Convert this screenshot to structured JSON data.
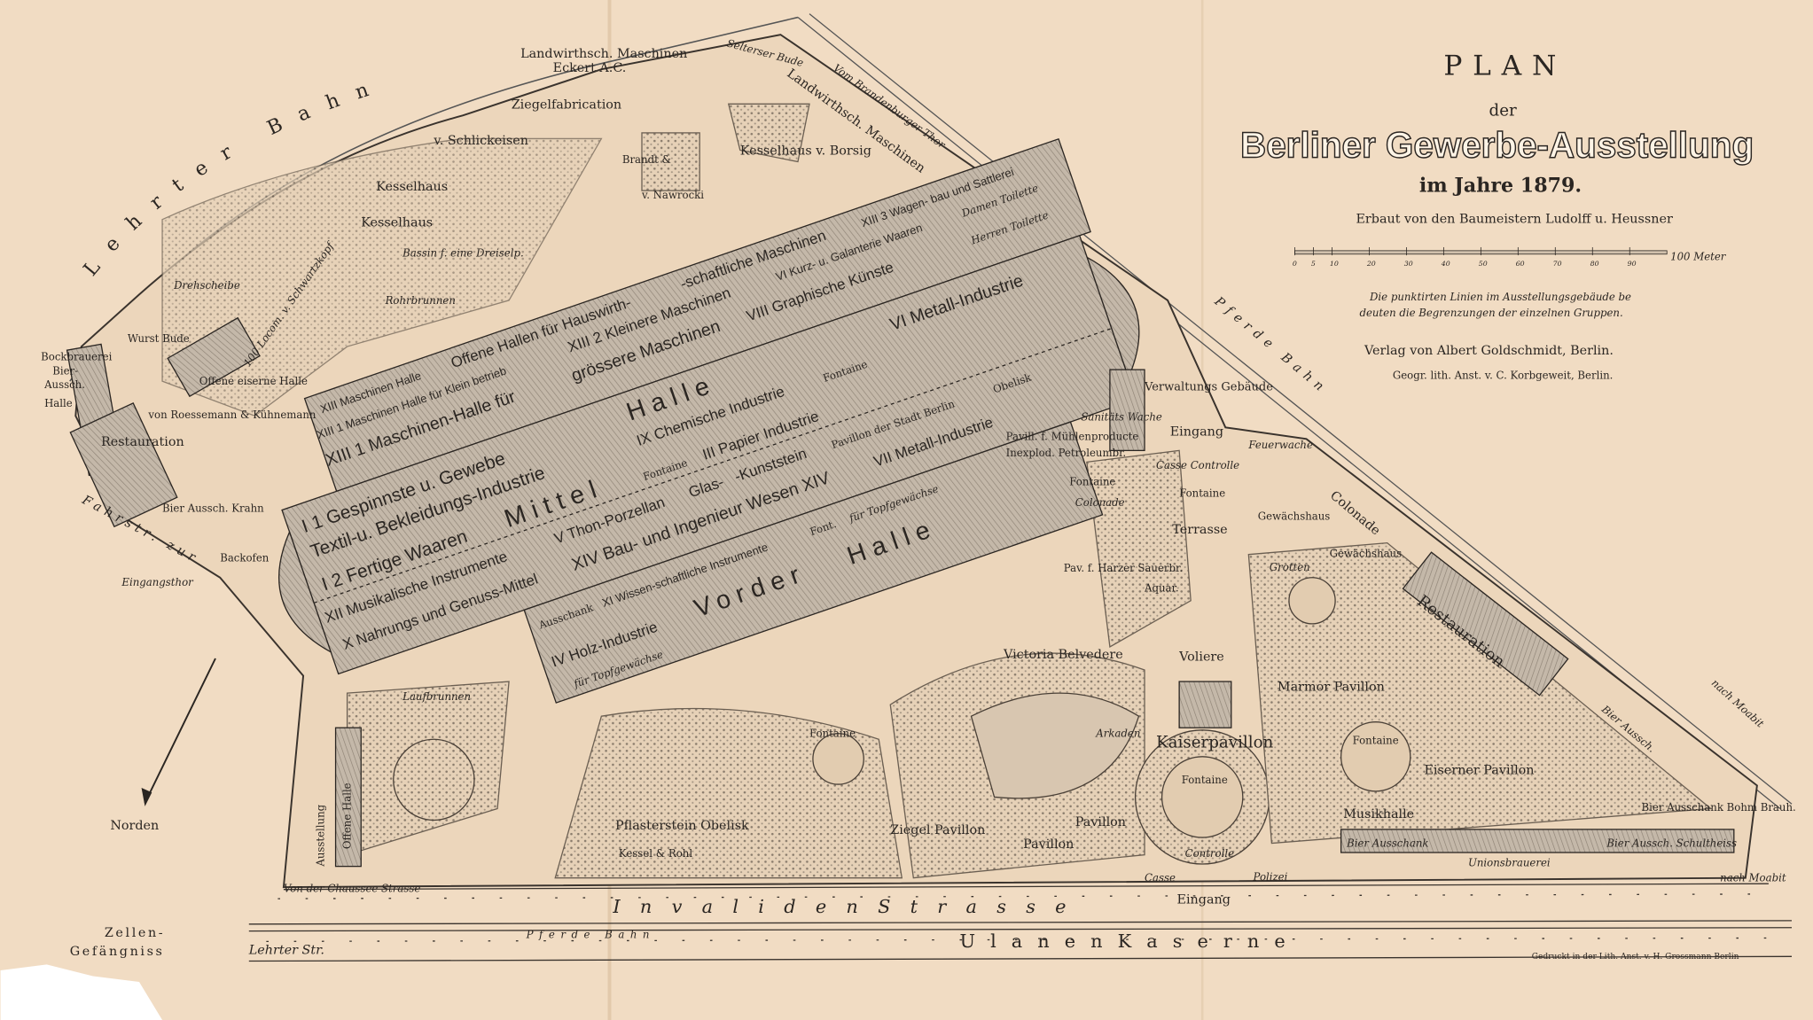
{
  "title": {
    "plan": "PLAN",
    "der": "der",
    "main": "Berliner Gewerbe-Ausstellung",
    "year": "im Jahre 1879.",
    "builders": "Erbaut von den Baumeistern Ludolff u. Heussner",
    "note_1": "Die punktirten Linien im Ausstellungsgebäude be",
    "note_2": "deuten die Begrenzungen der einzelnen Gruppen.",
    "publisher": "Verlag von Albert Goldschmidt, Berlin.",
    "lithographer": "Geogr. lith. Anst. v. C. Korbgeweit, Berlin."
  },
  "scale": {
    "ticks": [
      "0",
      "5",
      "10",
      "20",
      "30",
      "40",
      "50",
      "60",
      "70",
      "80",
      "90"
    ],
    "end_label": "100 Meter",
    "max_m": 100
  },
  "colors": {
    "paper": "#f1dcc3",
    "ink": "#2b2622",
    "building": "#b9ad9f",
    "garden": "#ddc9b0"
  },
  "labels": {
    "lehrter_bahn": "Lehrter Bahn",
    "lw_masch_top": "Landwirthsch. Maschinen",
    "eckert": "Eckert A.C.",
    "selterser": "Selterser Bude",
    "vom_brandenburger": "Vom Brandenburger Thor",
    "lw_masch_right": "Landwirthsch. Maschinen",
    "ziegelfab": "Ziegelfabrication",
    "schlickeisen": "v. Schlickeisen",
    "kesselhaus_borsig": "Kesselhaus v. Borsig",
    "brandt": "Brandt &",
    "nawrocki": "v. Nawrocki",
    "kesselhaus1": "Kesselhaus",
    "kesselhaus2": "Kesselhaus",
    "bassin": "Bassin f. eine Dreiselp.",
    "drehscheibe": "Drehscheibe",
    "rohrbrunnen": "Rohrbrunnen",
    "locomot": "100 Locom. v. Schwartzkopf",
    "bockbrauerei": "Bockbrauerei",
    "bier_aussch": "Bier-",
    "aussch": "Aussch.",
    "halle": "Halle",
    "wurst": "Wurst Bude",
    "offene_eiserne": "Offene eiserne Halle",
    "roessemann": "von Roessemann & Kühnemann",
    "restauration_left": "Restauration",
    "bier_krahn": "Bier Aussch. Krahn",
    "backofen": "Backofen",
    "eingangsthor": "Eingangsthor",
    "fahrstr": "Fahrstr. zur",
    "ausstellung_v": "Ausstellung",
    "offene_halle_v": "Offene Halle",
    "laufbrunnen": "Laufbrunnen",
    "norden": "Norden",
    "zellen": "Zellen-",
    "gefaengniss": "Gefängniss",
    "lehrter_str": "Lehrter Str.",
    "pferde_bahn_bottom": "Pferde Bahn",
    "ulanen_kaserne": "U l a n e n   K a s e r n e",
    "invaliden_strasse": "I n v a l i d e n      S t r a s s e",
    "eingang_bottom": "Eingang",
    "chaussee": "Von der Chaussee Strasse",
    "nach_moabit_1": "nach Moabit",
    "nach_moabit_2": "nach Moabit",
    "gedruckt": "Gedruckt in der Lith. Anst. v. H. Grossmann Berlin",
    "pferde_bahn_right": "Pferde Bahn",
    "h_xiii1_klein": "XIII 1 Maschinen Halle für Klein betrieb",
    "h_offene_hallen": "Offene Hallen für Hauswirth-",
    "h_xiii1": "XIII 1 Maschinen-Halle für",
    "h_groessere": "grössere Maschinen",
    "h_xiii_top": "XIII Maschinen Halle",
    "h_schaftl": "-schaftliche Maschinen",
    "h_xiii2": "XIII 2 Kleinere Maschinen",
    "h_viii": "VIII Graphische Künste",
    "h_vi_kurz": "VI Kurz- u. Galanterie Waaren",
    "h_xiii3": "XIII 3 Wagen- bau und Sattlerei",
    "h_damen": "Damen Toilette",
    "h_herren": "Herren Toilette",
    "h_i1": "I 1 Gespinnste u. Gewebe",
    "h_textil": "Textil-u. Bekleidungs-Industrie",
    "h_mittel": "Mittel",
    "h_halle": "Halle",
    "h_i2": "I 2 Fertige Waaren",
    "h_ix": "IX Chemische Industrie",
    "h_iii": "III Papier Industrie",
    "h_fontaine_in": "Fontaine",
    "h_vi_metall": "VI Metall-Industrie",
    "h_fontaine_2": "Fontaine",
    "h_xii": "XII Musikalische Instrumente",
    "h_x": "X Nahrungs und Genuss-Mittel",
    "h_v": "V Thon-Porzellan",
    "h_glas": "Glas-",
    "h_kunststein": "-Kunststein",
    "h_xiv": "XIV Bau- und Ingenieur Wesen XIV",
    "h_pavillon_stadt": "Pavillon der Stadt Berlin",
    "h_obelisk": "Obelisk",
    "h_vii": "VII Metall-Industrie",
    "h_iv": "IV Holz-Industrie",
    "h_vorder": "Vorder",
    "h_halle2": "Halle",
    "h_xi": "XI Wissen-schaftliche Instrumente",
    "h_topf": "für Topfgewächse",
    "h_topf2": "für Topfgewächse",
    "h_ausschank": "Ausschank",
    "h_font": "Font.",
    "verwaltung": "Verwaltungs Gebäude",
    "eingang_top": "Eingang",
    "feuerwache": "Feuerwache",
    "casse_controlle": "Casse Controlle",
    "colonade_right": "Colonade",
    "colonade_small": "Colonade",
    "fontaine_r1": "Fontaine",
    "fontaine_r2": "Fontaine",
    "terrasse": "Terrasse",
    "gewaechshaus1": "Gewächshaus",
    "gewaechshaus2": "Gewächshaus",
    "pav_muehlen": "Pavill. f. Mühlenproducte",
    "petroleum": "Inexplod. Petroleumbr.",
    "sanitaets": "Sanitäts Wache",
    "harzer": "Pav. f. Harzer Sauerbr.",
    "aquar": "Aquar.",
    "grotten": "Grotten",
    "restauration_right": "Restauration",
    "victoria": "Victoria Belvedere",
    "voliere": "Voliere",
    "kaiserpavillon": "Kaiserpavillon",
    "marmor": "Marmor Pavillon",
    "fontaine_r3": "Fontaine",
    "eiserner": "Eiserner Pavillon",
    "musikhalle": "Musikhalle",
    "arkaden": "Arkaden",
    "fontaine_b": "Fontaine",
    "fontaine_k": "Fontaine",
    "pflasterstein": "Pflasterstein Obelisk",
    "ziegel_pav": "Ziegel Pavillon",
    "pavillon_1": "Pavillon",
    "pavillon_2": "Pavillon",
    "kessel_rohl": "Kessel & Rohl",
    "controlle": "Controlle",
    "casse": "Casse",
    "polizei": "Polizei",
    "bier_bohm": "Bier Ausschank Bohm Brauh.",
    "bier_aussch_r": "Bier Aussch.",
    "bier_aussch_bottom": "Bier Ausschank",
    "bier_aussch_schult": "Bier Aussch. Schultheiss",
    "unionsbrauerei": "Unionsbrauerei"
  }
}
